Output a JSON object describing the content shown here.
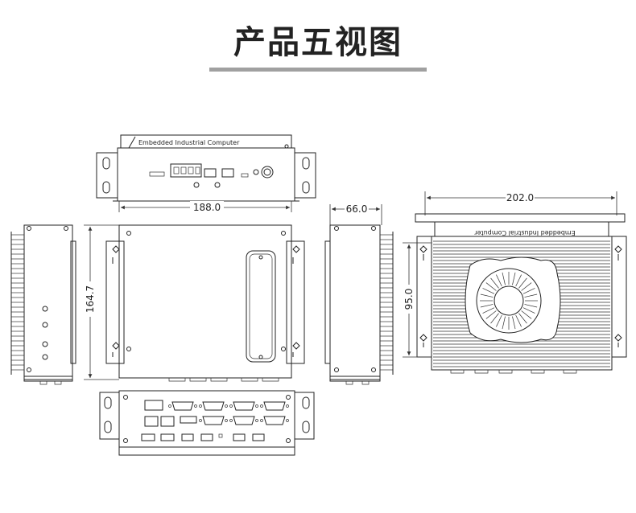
{
  "title": "产品五视图",
  "brand_text": "Embedded Industrial Computer",
  "dimensions": {
    "width_top": "188.0",
    "depth_side": "66.0",
    "height_left": "164.7",
    "width_bottom": "202.0",
    "height_bottom": "95.0"
  },
  "colors": {
    "line": "#222222",
    "underline": "#a0a0a0",
    "text": "#222222"
  }
}
